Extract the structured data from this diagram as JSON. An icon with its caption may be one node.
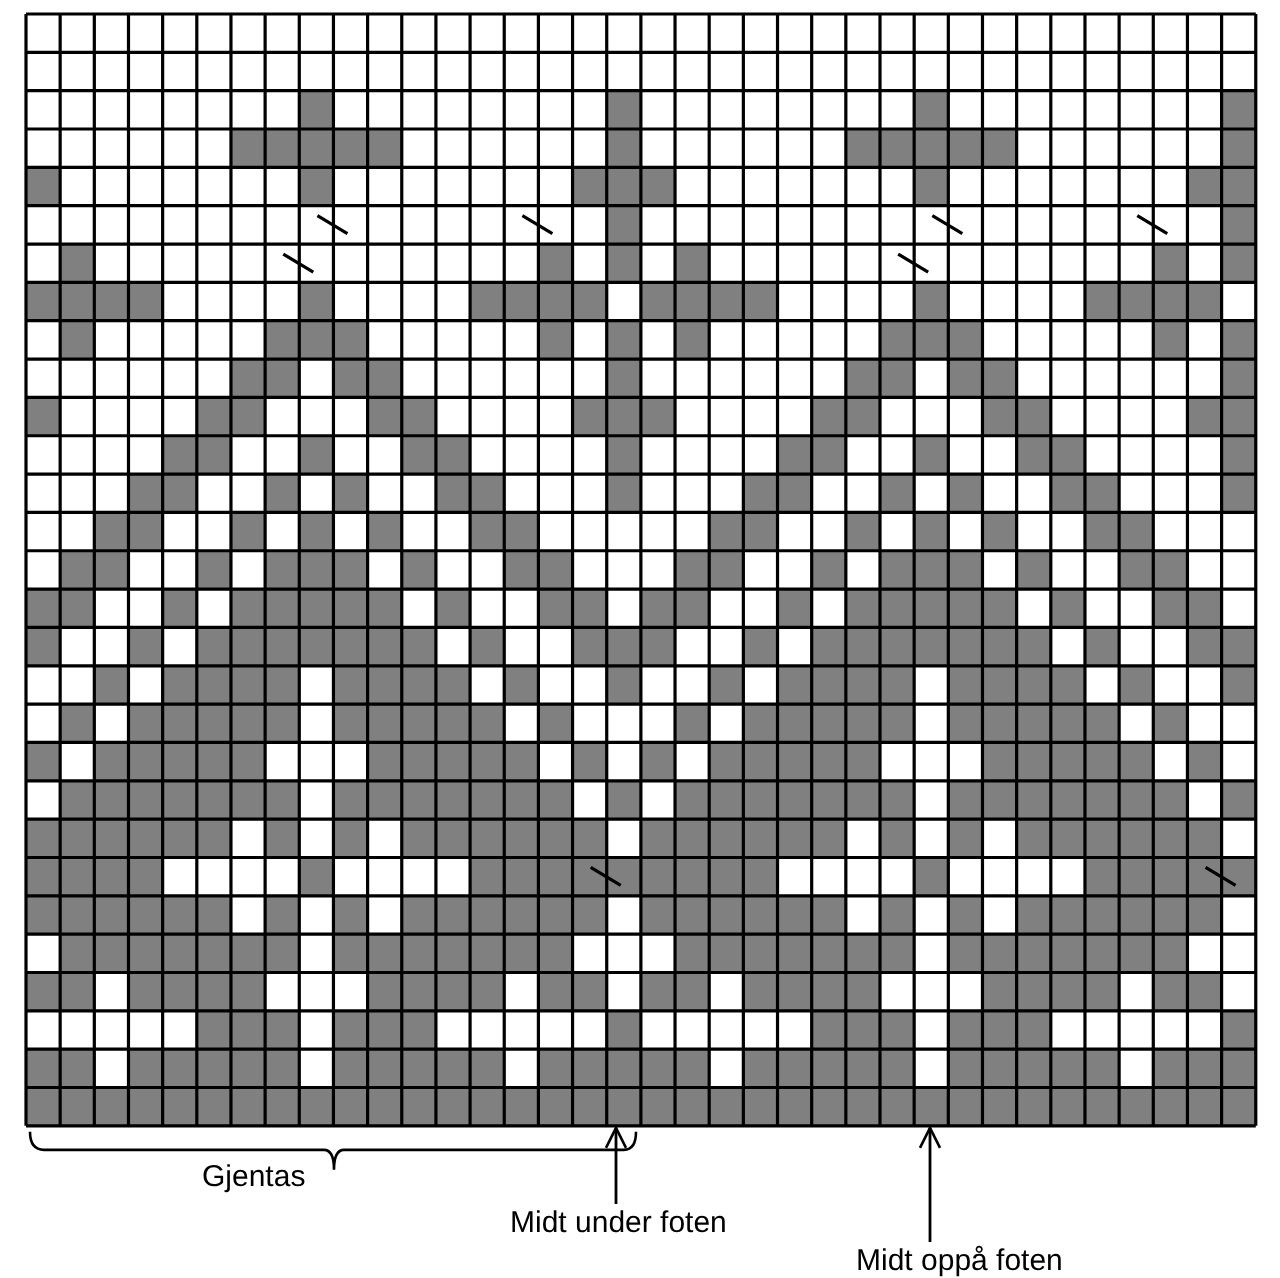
{
  "diagram": {
    "nodes": [
      {
        "text": [
          "Midt under foten"
        ]
      },
      {
        "text": [
          "Midt oppå foten"
        ]
      },
      {
        "text": [],
        "shape": "picture"
      }
    ],
    "edges": [
      {
        "from": 0,
        "to": 2,
        "arrow": "to"
      },
      {
        "from": 1,
        "to": 2,
        "arrow": "to"
      }
    ],
    "labels": [
      "Gjentas"
    ]
  }
}
